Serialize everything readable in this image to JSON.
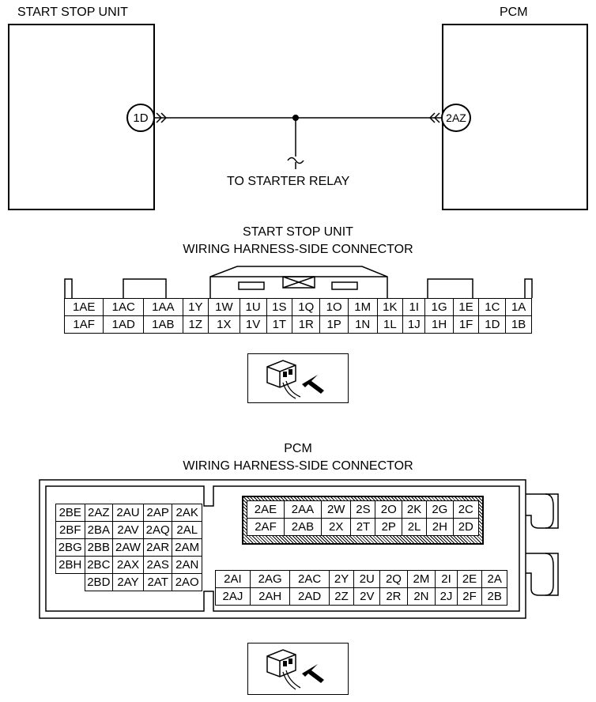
{
  "wiring": {
    "unit_left": "START STOP UNIT",
    "unit_right": "PCM",
    "pin_left": "1D",
    "pin_right": "2AZ",
    "branch_label": "TO STARTER RELAY"
  },
  "ssu_connector": {
    "title_line1": "START STOP UNIT",
    "title_line2": "WIRING HARNESS-SIDE CONNECTOR",
    "rows": [
      [
        "1AE",
        "1AC",
        "1AA",
        "1Y",
        "1W",
        "1U",
        "1S",
        "1Q",
        "1O",
        "1M",
        "1K",
        "1I",
        "1G",
        "1E",
        "1C",
        "1A"
      ],
      [
        "1AF",
        "1AD",
        "1AB",
        "1Z",
        "1X",
        "1V",
        "1T",
        "1R",
        "1P",
        "1N",
        "1L",
        "1J",
        "1H",
        "1F",
        "1D",
        "1B"
      ]
    ]
  },
  "pcm_connector": {
    "title_line1": "PCM",
    "title_line2": "WIRING HARNESS-SIDE CONNECTOR",
    "left_rows": [
      [
        "2BE",
        "2AZ",
        "2AU",
        "2AP",
        "2AK"
      ],
      [
        "2BF",
        "2BA",
        "2AV",
        "2AQ",
        "2AL"
      ],
      [
        "2BG",
        "2BB",
        "2AW",
        "2AR",
        "2AM"
      ],
      [
        "2BH",
        "2BC",
        "2AX",
        "2AS",
        "2AN"
      ],
      [
        "",
        "2BD",
        "2AY",
        "2AT",
        "2AO"
      ]
    ],
    "hatched_rows": [
      [
        "2AE",
        "2AA",
        "2W",
        "2S",
        "2O",
        "2K",
        "2G",
        "2C"
      ],
      [
        "2AF",
        "2AB",
        "2X",
        "2T",
        "2P",
        "2L",
        "2H",
        "2D"
      ]
    ],
    "lower_rows": [
      [
        "2AI",
        "2AG",
        "2AC",
        "2Y",
        "2U",
        "2Q",
        "2M",
        "2I",
        "2E",
        "2A"
      ],
      [
        "2AJ",
        "2AH",
        "2AD",
        "2Z",
        "2V",
        "2R",
        "2N",
        "2J",
        "2F",
        "2B"
      ]
    ]
  }
}
